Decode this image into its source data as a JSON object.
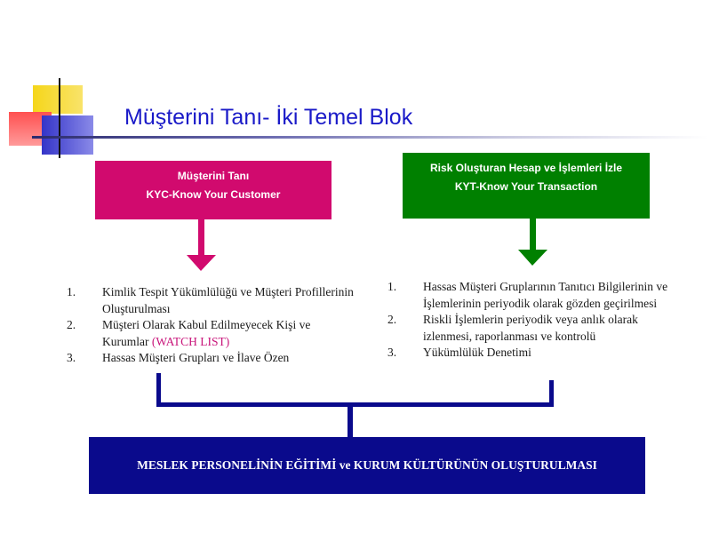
{
  "title": "Müşterini Tanı- İki Temel Blok",
  "left_block": {
    "line1": "Müşterini Tanı",
    "line2": "KYC-Know Your Customer",
    "items": [
      {
        "num": "1.",
        "text": "Kimlik Tespit Yükümlülüğü ve Müşteri Profillerinin Oluşturulması"
      },
      {
        "num": "2.",
        "text": "Müşteri Olarak Kabul Edilmeyecek Kişi ve Kurumlar",
        "highlight": "(WATCH LIST)"
      },
      {
        "num": "3.",
        "text": "Hassas Müşteri Grupları ve İlave Özen"
      }
    ]
  },
  "right_block": {
    "line1": "Risk Oluşturan Hesap ve İşlemleri İzle",
    "line2": "KYT-Know Your Transaction",
    "items": [
      {
        "num": "1.",
        "text": "Hassas Müşteri Gruplarının Tanıtıcı Bilgilerinin ve İşlemlerinin periyodik olarak gözden geçirilmesi"
      },
      {
        "num": "2.",
        "text": "Riskli İşlemlerin periyodik veya anlık olarak izlenmesi, raporlanması ve kontrolü"
      },
      {
        "num": "3.",
        "text": "Yükümlülük Denetimi"
      }
    ]
  },
  "bottom": "MESLEK PERSONELİNİN EĞİTİMİ ve KURUM KÜLTÜRÜNÜN OLUŞTURULMASI",
  "colors": {
    "title": "#1a1ac8",
    "left_box": "#d10a6e",
    "right_box": "#008000",
    "bottom_box": "#0a0a8c",
    "connector": "#0a0a8c",
    "watch_list": "#c8147a"
  }
}
